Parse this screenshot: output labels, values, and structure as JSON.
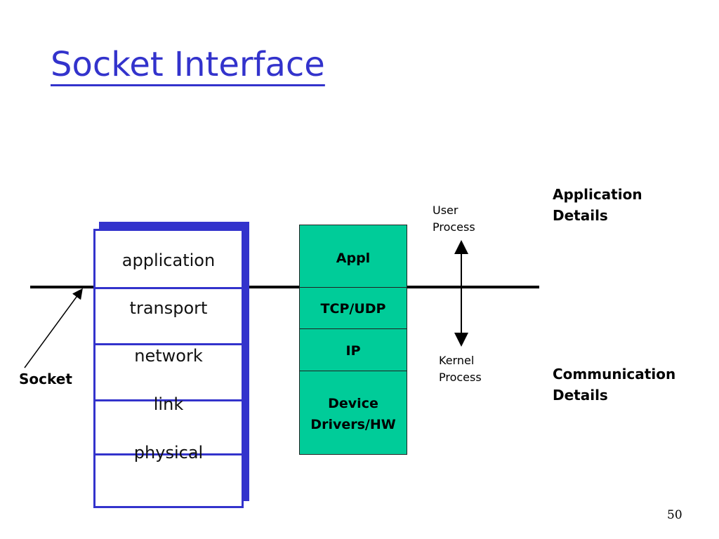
{
  "title": "Socket Interface",
  "stack_layers": [
    "application",
    "transport",
    "network",
    "link",
    "physical"
  ],
  "kernel_box": {
    "appl": "Appl",
    "tcp_udp": "TCP/UDP",
    "ip": "IP",
    "device_line1": "Device",
    "device_line2": "Drivers/HW"
  },
  "user_process": {
    "line1": "User",
    "line2": "Process"
  },
  "kernel_process": {
    "line1": "Kernel",
    "line2": "Process"
  },
  "application_details": {
    "line1": "Application",
    "line2": "Details"
  },
  "communication_details": {
    "line1": "Communication",
    "line2": "Details"
  },
  "socket_label": "Socket",
  "page_number": "50",
  "colors": {
    "title": "#3333cc",
    "stack_border": "#3333cc",
    "kernel_box_fill": "#00cc99"
  }
}
